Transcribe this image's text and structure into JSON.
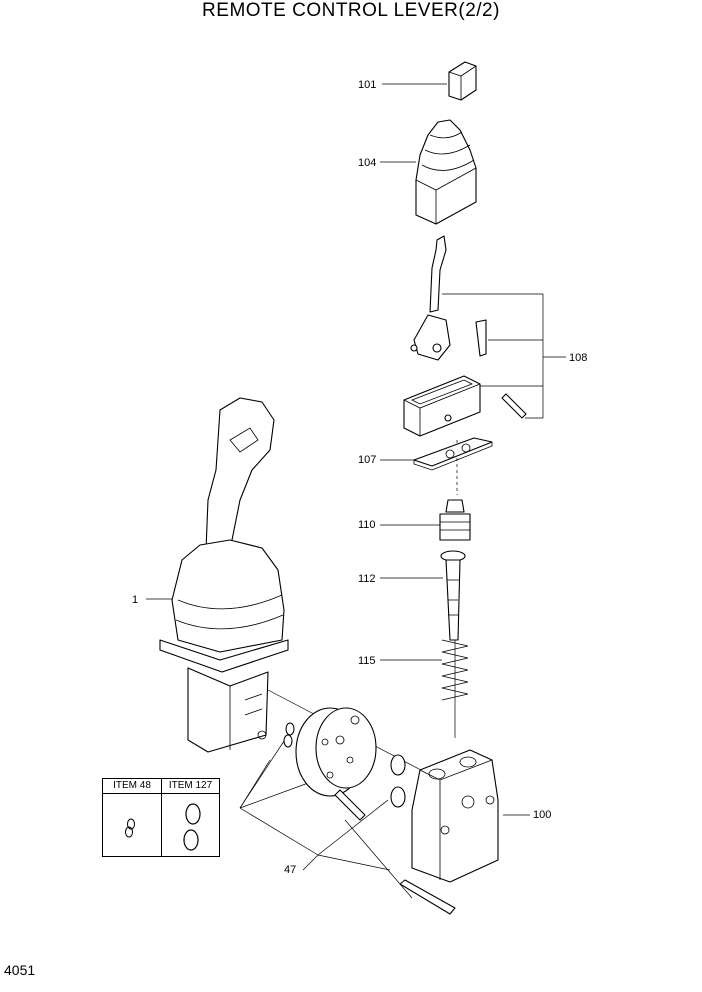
{
  "title": "REMOTE CONTROL LEVER(2/2)",
  "page_number": "4051",
  "callouts": {
    "c101": "101",
    "c104": "104",
    "c108": "108",
    "c107": "107",
    "c110": "110",
    "c112": "112",
    "c1": "1",
    "c115": "115",
    "c100": "100",
    "c47": "47"
  },
  "item_table": {
    "col1_header": "ITEM 48",
    "col2_header": "ITEM 127"
  }
}
